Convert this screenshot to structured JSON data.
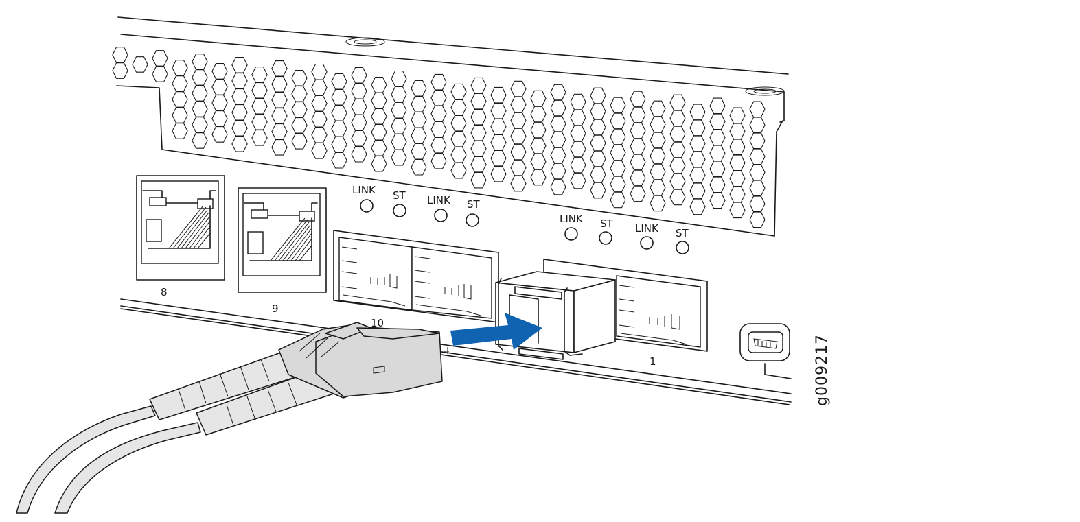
{
  "figure_id": "g009217",
  "led_labels": {
    "link": "LINK",
    "status": "ST"
  },
  "port_numbers": [
    "8",
    "9",
    "10",
    "1"
  ],
  "colors": {
    "arrow": "#0f63b0",
    "line": "#1a1a1a",
    "cable": "#e6e6e6"
  }
}
